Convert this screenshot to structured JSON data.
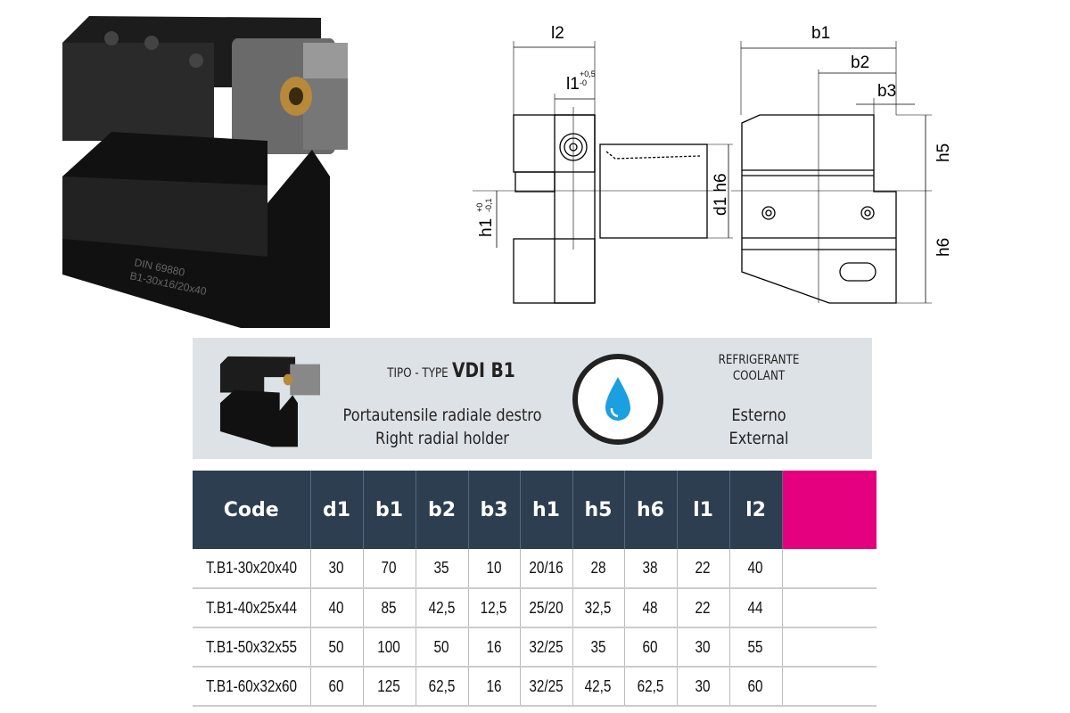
{
  "photo": {
    "engraving_line1": "DIN 69880",
    "engraving_line2": "B1-30x16/20x40"
  },
  "drawing": {
    "labels": {
      "l2": "l2",
      "l1": "l1",
      "l1_tol_plus": "+0,5",
      "l1_tol_minus": "-0",
      "b1": "b1",
      "b2": "b2",
      "b3": "b3",
      "h5": "h5",
      "h6": "h6",
      "d1": "d1 h6",
      "h1": "h1",
      "h1_tol_plus": "+0",
      "h1_tol_minus": "-0,1"
    }
  },
  "banner": {
    "type_prefix": "TIPO - TYPE",
    "type_name": "VDI B1",
    "desc_it": "Portautensile radiale destro",
    "desc_en": "Right radial holder",
    "coolant_label_it": "REFRIGERANTE",
    "coolant_label_en": "COOLANT",
    "coolant_value_it": "Esterno",
    "coolant_value_en": "External",
    "icon": "water-drop-icon",
    "drop_color": "#1a9fe0"
  },
  "table": {
    "headers": [
      "Code",
      "d1",
      "b1",
      "b2",
      "b3",
      "h1",
      "h5",
      "h6",
      "l1",
      "l2"
    ],
    "rows": [
      [
        "T.B1-30x20x40",
        "30",
        "70",
        "35",
        "10",
        "20/16",
        "28",
        "38",
        "22",
        "40"
      ],
      [
        "T.B1-40x25x44",
        "40",
        "85",
        "42,5",
        "12,5",
        "25/20",
        "32,5",
        "48",
        "22",
        "44"
      ],
      [
        "T.B1-50x32x55",
        "50",
        "100",
        "50",
        "16",
        "32/25",
        "35",
        "60",
        "30",
        "55"
      ],
      [
        "T.B1-60x32x60",
        "60",
        "125",
        "62,5",
        "16",
        "32/25",
        "42,5",
        "62,5",
        "30",
        "60"
      ]
    ],
    "header_color": "#2c3e50",
    "accent_color": "#e4007f"
  }
}
